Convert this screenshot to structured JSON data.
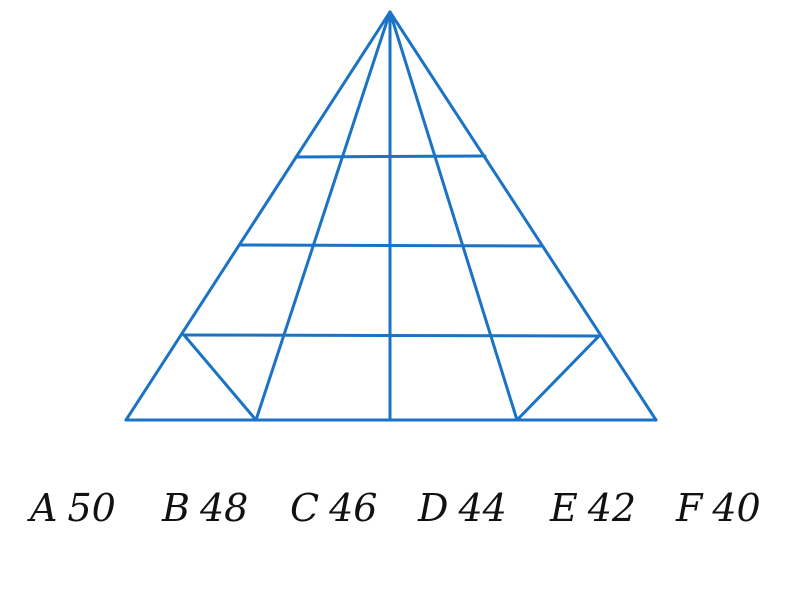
{
  "figure": {
    "stroke_color": "#1a73c4"
  },
  "answer_options": [
    {
      "letter": "A",
      "value": "50"
    },
    {
      "letter": "B",
      "value": "48"
    },
    {
      "letter": "C",
      "value": "46"
    },
    {
      "letter": "D",
      "value": "44"
    },
    {
      "letter": "E",
      "value": "42"
    },
    {
      "letter": "F",
      "value": "40"
    }
  ]
}
